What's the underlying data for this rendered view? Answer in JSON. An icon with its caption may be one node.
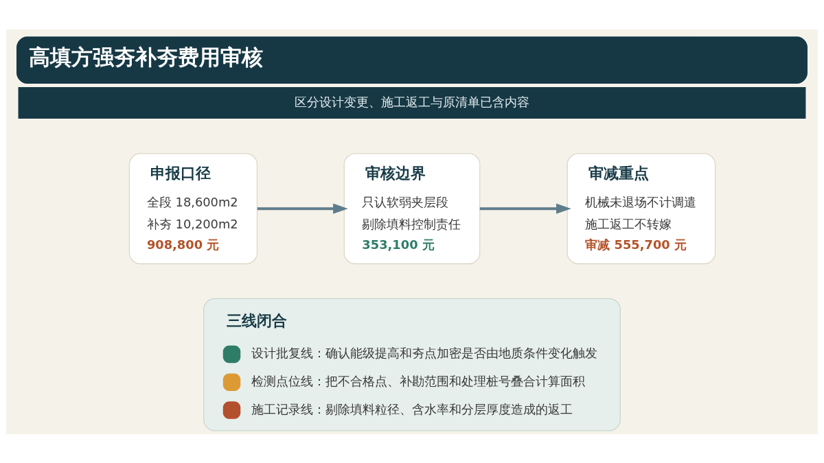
{
  "diagram": {
    "title": "高填方强夯补夯费用审核",
    "nodes": [
      {
        "text": [
          "申报口径",
          "全段 18,600m2",
          "补夯 10,200m2",
          "908,800 元"
        ]
      },
      {
        "text": [
          "审核边界",
          "只认软弱夹层段",
          "剔除填料控制责任",
          "353,100 元"
        ]
      },
      {
        "text": [
          "审减重点",
          "机械未退场不计调遣",
          "施工返工不转嫁",
          "审减 555,700 元"
        ]
      },
      {
        "text": [
          "三线闭合",
          "设计批复线：确认能级提高和夯点加密是否由地质条件变化触发",
          "检测点位线：把不合格点、补勘范围和处理桩号叠合计算面积",
          "施工记录线：剔除填料粒径、含水率和分层厚度造成的返工"
        ]
      }
    ],
    "edges": [
      {
        "from": 0,
        "to": 1,
        "arrow": "to"
      },
      {
        "from": 1,
        "to": 2,
        "arrow": "to"
      }
    ],
    "labels": [
      "区分设计变更、施工返工与原清单已含内容"
    ]
  }
}
